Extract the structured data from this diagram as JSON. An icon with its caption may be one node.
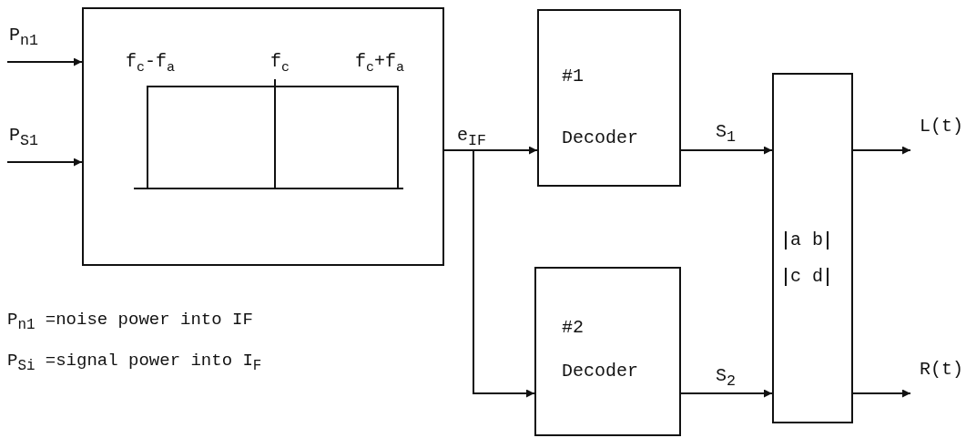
{
  "diagram": {
    "nodes": [
      {
        "text": [
          "f$_{c}$-f$_{a}$",
          "f$_{c}$",
          "f$_{c}$+f$_{a}$"
        ]
      },
      {
        "text": [
          "#1",
          "Decoder"
        ]
      },
      {
        "text": [
          "#2",
          "Decoder"
        ]
      },
      {
        "text": [
          "a b",
          "c d"
        ]
      }
    ],
    "edges": [
      {
        "from": null,
        "to": 0,
        "arrow": "to",
        "label": "P$_{n1}$"
      },
      {
        "from": null,
        "to": 0,
        "arrow": "to",
        "label": "P$_{S1}$"
      },
      {
        "from": 0,
        "to": 1,
        "arrow": "to",
        "label": "e$_{IF}$"
      },
      {
        "from": 0,
        "to": 2,
        "arrow": "to"
      },
      {
        "from": 1,
        "to": 3,
        "arrow": "to",
        "label": "S$_{1}$"
      },
      {
        "from": 2,
        "to": 3,
        "arrow": "to",
        "label": "S$_{2}$"
      },
      {
        "from": 3,
        "to": null,
        "arrow": "to",
        "label": "L(t)"
      },
      {
        "from": 3,
        "to": null,
        "arrow": "to",
        "label": "R(t)"
      }
    ],
    "labels": [
      "P$_{n1}$ =noise power into IF",
      "P$_{Si}$ =signal power into I$_{F}$"
    ]
  }
}
